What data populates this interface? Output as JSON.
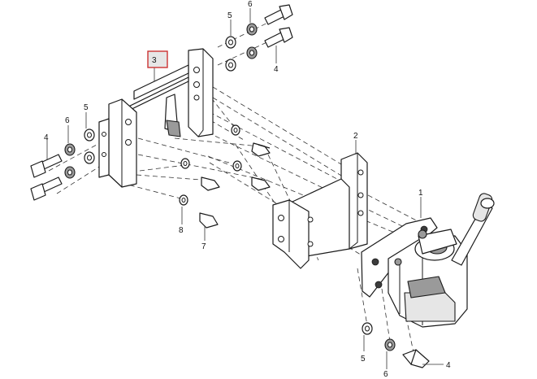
{
  "callouts": {
    "c1": "1",
    "c2": "2",
    "c3": "3",
    "c4_top": "4",
    "c4_left": "4",
    "c4_bottom": "4",
    "c5_top": "5",
    "c5_left": "5",
    "c5_bottom": "5",
    "c6_top": "6",
    "c6_left": "6",
    "c6_bottom": "6",
    "c7": "7",
    "c8": "8"
  },
  "colors": {
    "highlight_border": "#cc3333",
    "highlight_fill": "#e6e6e6",
    "line": "#1a1a1a"
  }
}
